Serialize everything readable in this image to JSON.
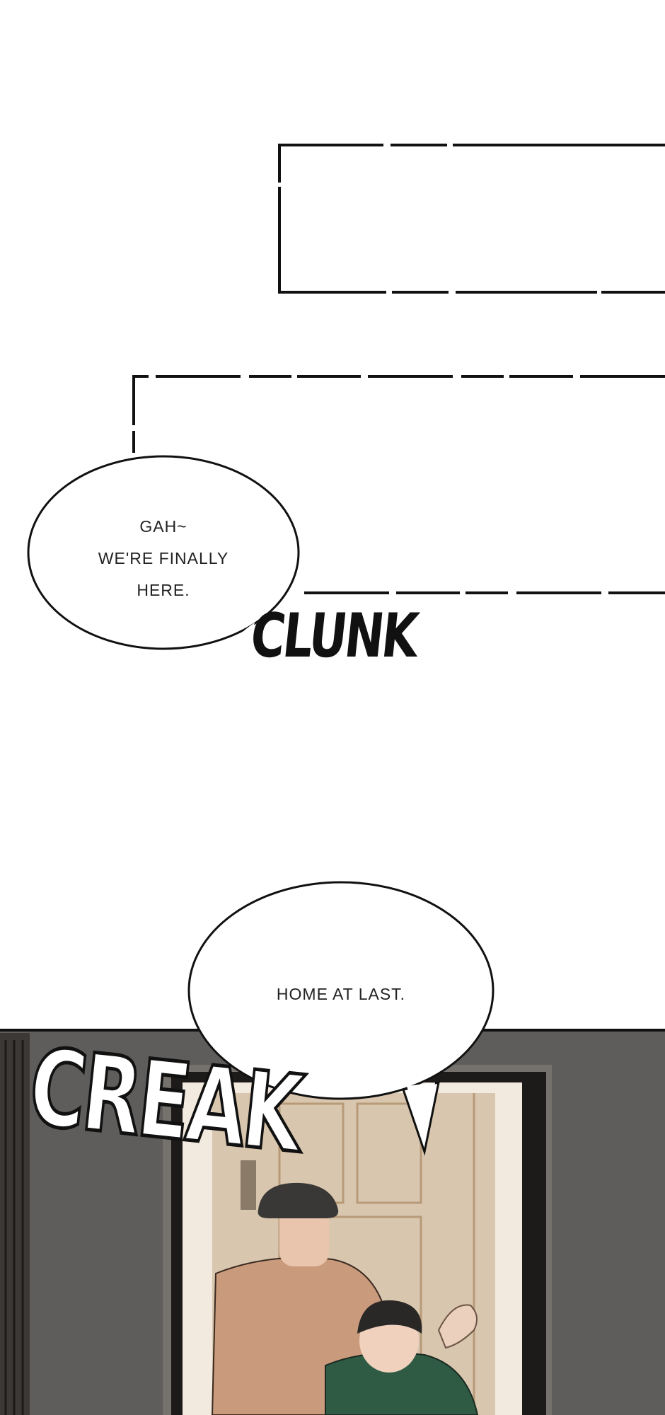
{
  "bubbles": [
    {
      "lines": [
        "GAH~",
        "WE'RE FINALLY",
        "HERE."
      ]
    },
    {
      "lines": [
        "HOME AT LAST."
      ]
    }
  ],
  "sfx": [
    "CLUNK",
    "CREAK"
  ],
  "colors": {
    "wall": "#5e5d5b",
    "door": "#d9c6ae",
    "light": "#f3eadf",
    "sweater": "#c99a7c",
    "hoodie": "#2f5b44"
  }
}
